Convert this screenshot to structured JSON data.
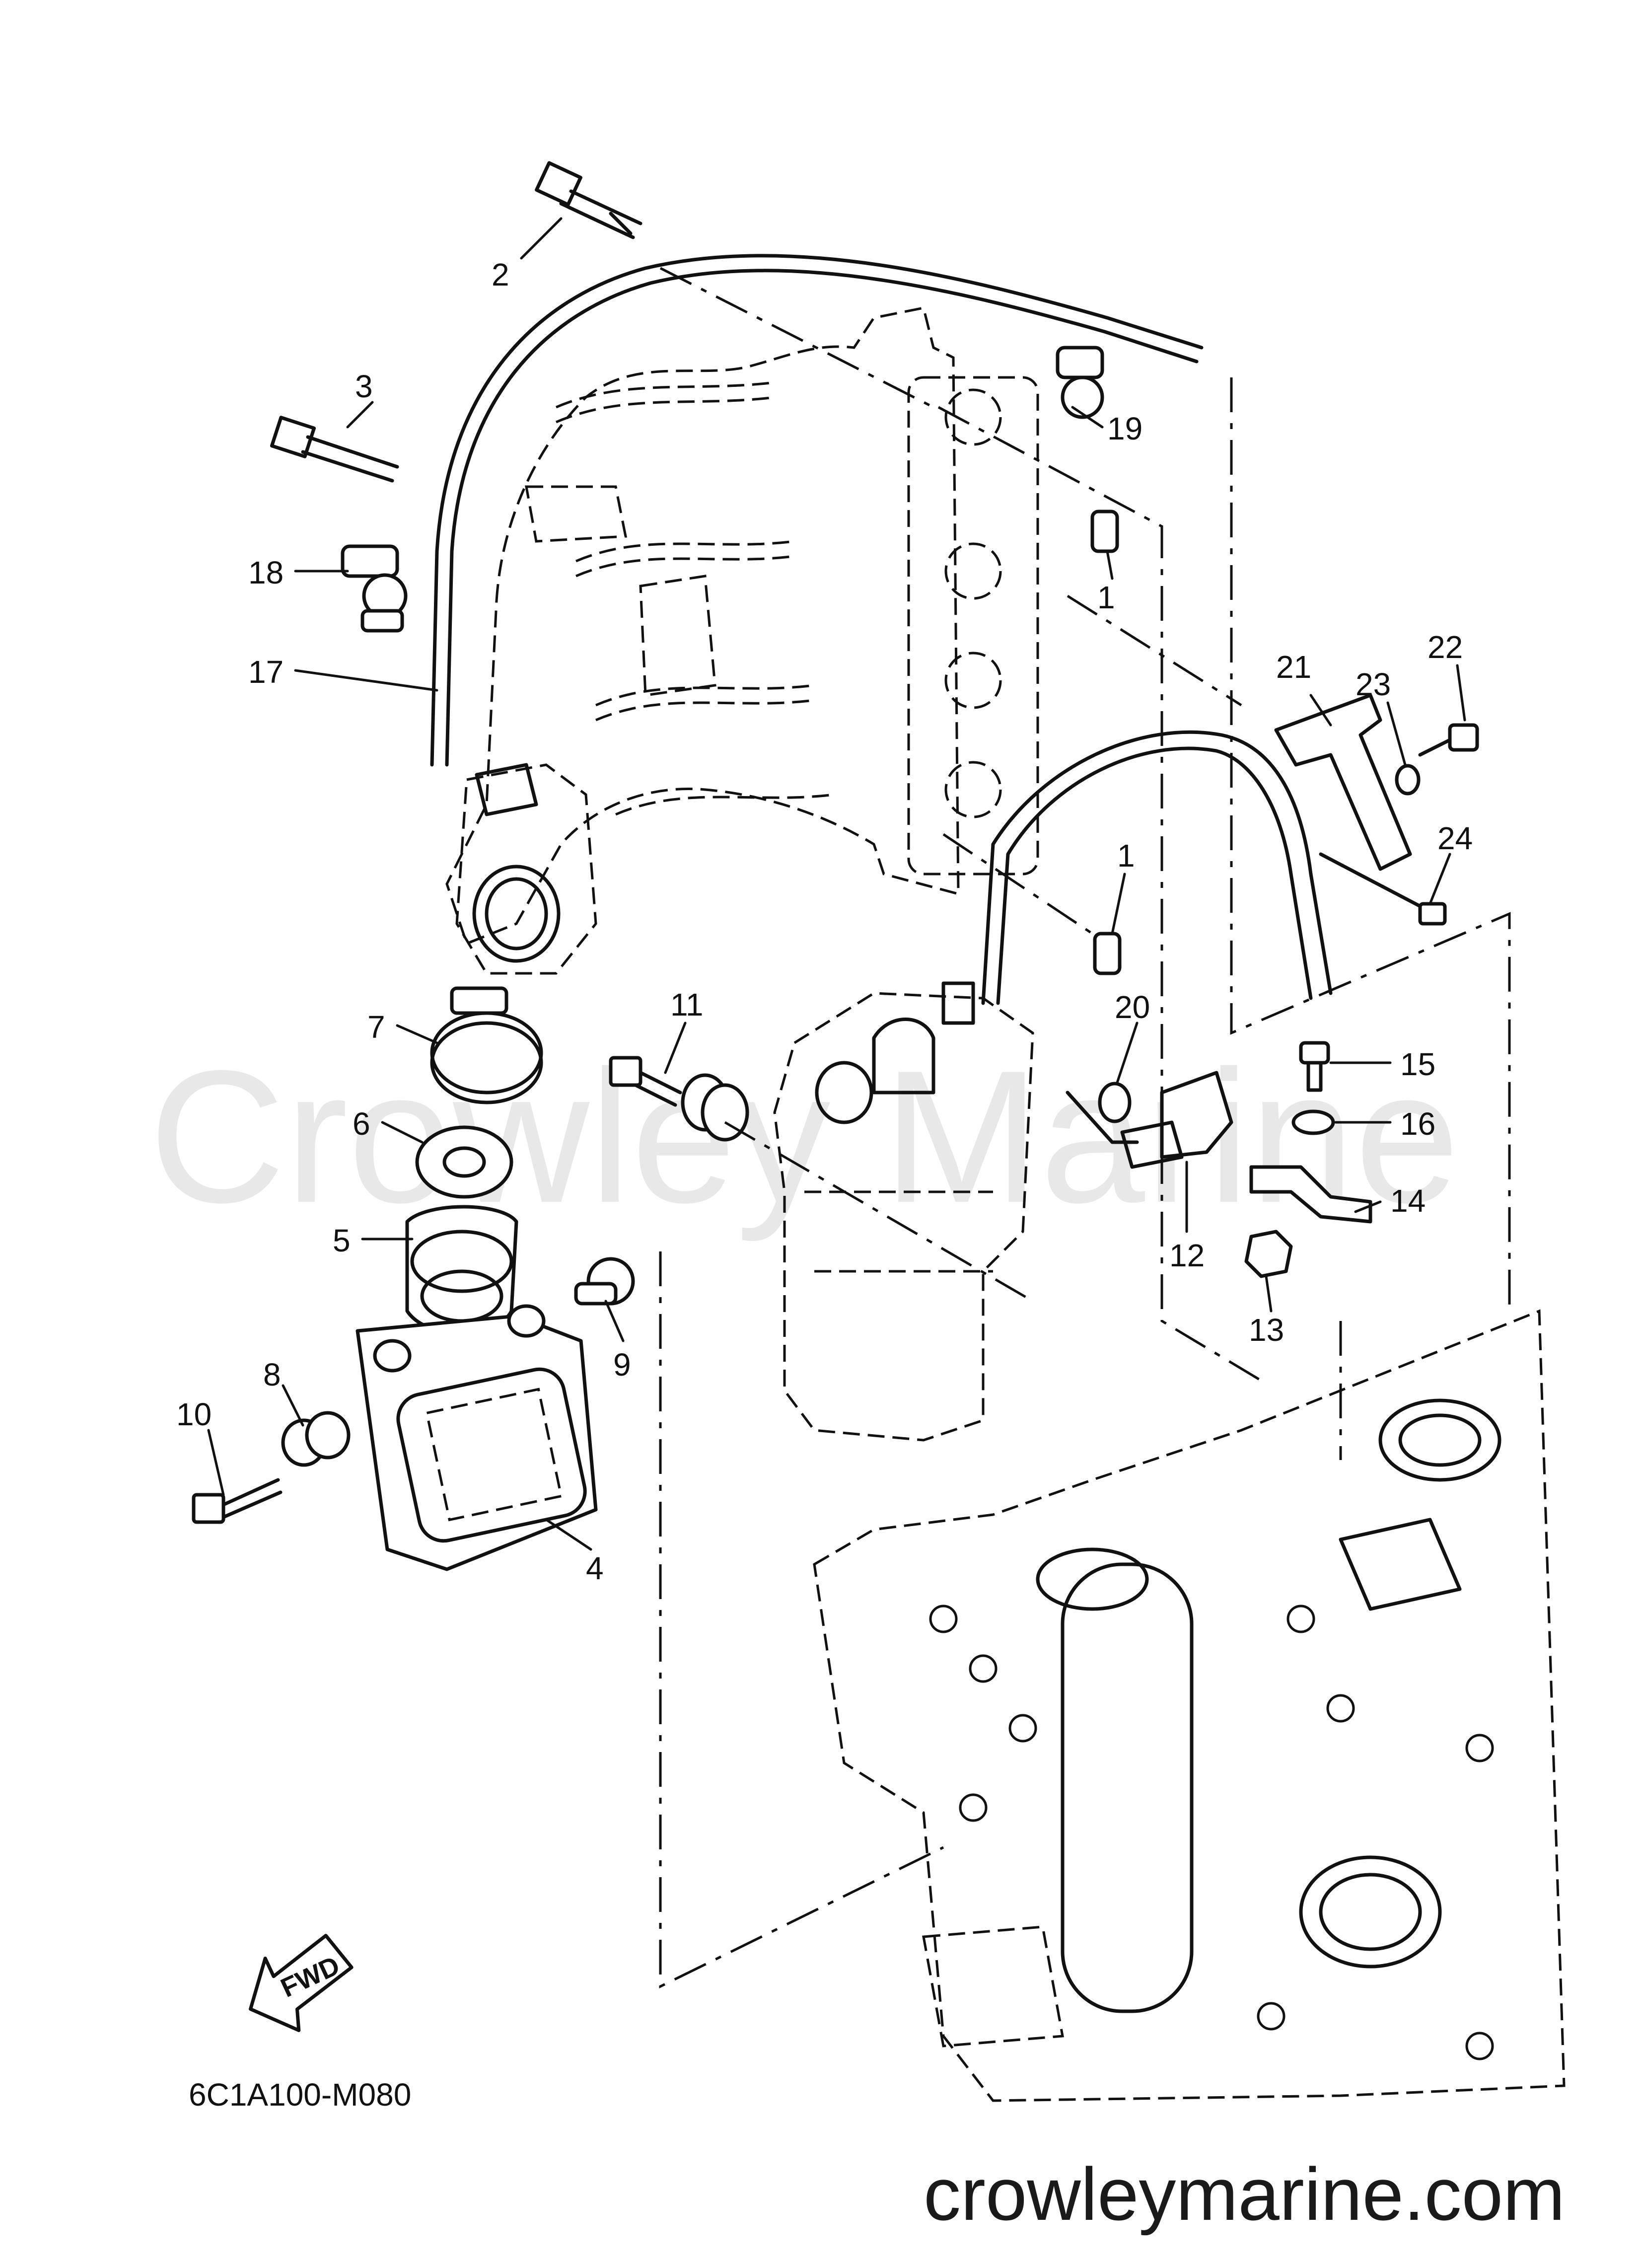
{
  "watermark": "Crowley Marine",
  "website": "crowleymarine.com",
  "diagram_code": "6C1A100-M080",
  "fwd_label": "FWD",
  "callouts": [
    {
      "id": "c1a",
      "label": "1"
    },
    {
      "id": "c1b",
      "label": "1"
    },
    {
      "id": "c2",
      "label": "2"
    },
    {
      "id": "c3",
      "label": "3"
    },
    {
      "id": "c4",
      "label": "4"
    },
    {
      "id": "c5",
      "label": "5"
    },
    {
      "id": "c6",
      "label": "6"
    },
    {
      "id": "c7",
      "label": "7"
    },
    {
      "id": "c8",
      "label": "8"
    },
    {
      "id": "c9",
      "label": "9"
    },
    {
      "id": "c10",
      "label": "10"
    },
    {
      "id": "c11",
      "label": "11"
    },
    {
      "id": "c12",
      "label": "12"
    },
    {
      "id": "c13",
      "label": "13"
    },
    {
      "id": "c14",
      "label": "14"
    },
    {
      "id": "c15",
      "label": "15"
    },
    {
      "id": "c16",
      "label": "16"
    },
    {
      "id": "c17",
      "label": "17"
    },
    {
      "id": "c18",
      "label": "18"
    },
    {
      "id": "c19",
      "label": "19"
    },
    {
      "id": "c20",
      "label": "20"
    },
    {
      "id": "c21",
      "label": "21"
    },
    {
      "id": "c22",
      "label": "22"
    },
    {
      "id": "c23",
      "label": "23"
    },
    {
      "id": "c24",
      "label": "24"
    }
  ]
}
